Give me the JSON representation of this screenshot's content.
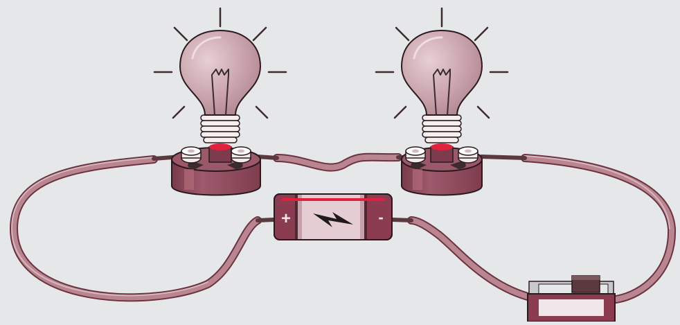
{
  "battery": {
    "plus_label": "+",
    "minus_label": "-",
    "icon": "lightning-bolt-icon"
  },
  "bulbs": [
    {
      "name": "left-bulb",
      "state": "lit"
    },
    {
      "name": "right-bulb",
      "state": "lit"
    }
  ],
  "switch": {
    "state": "closed"
  },
  "colors": {
    "background": "#e6e7e8",
    "wire_fill": "#b98591",
    "wire_edge": "#6b3341",
    "bulb_glass": "#c8a3ac",
    "base": "#8c4558",
    "battery_body": "#8b3c50",
    "battery_label": "#e4cdd3",
    "accent_red": "#e0203c",
    "outline": "#2a1a1f"
  }
}
